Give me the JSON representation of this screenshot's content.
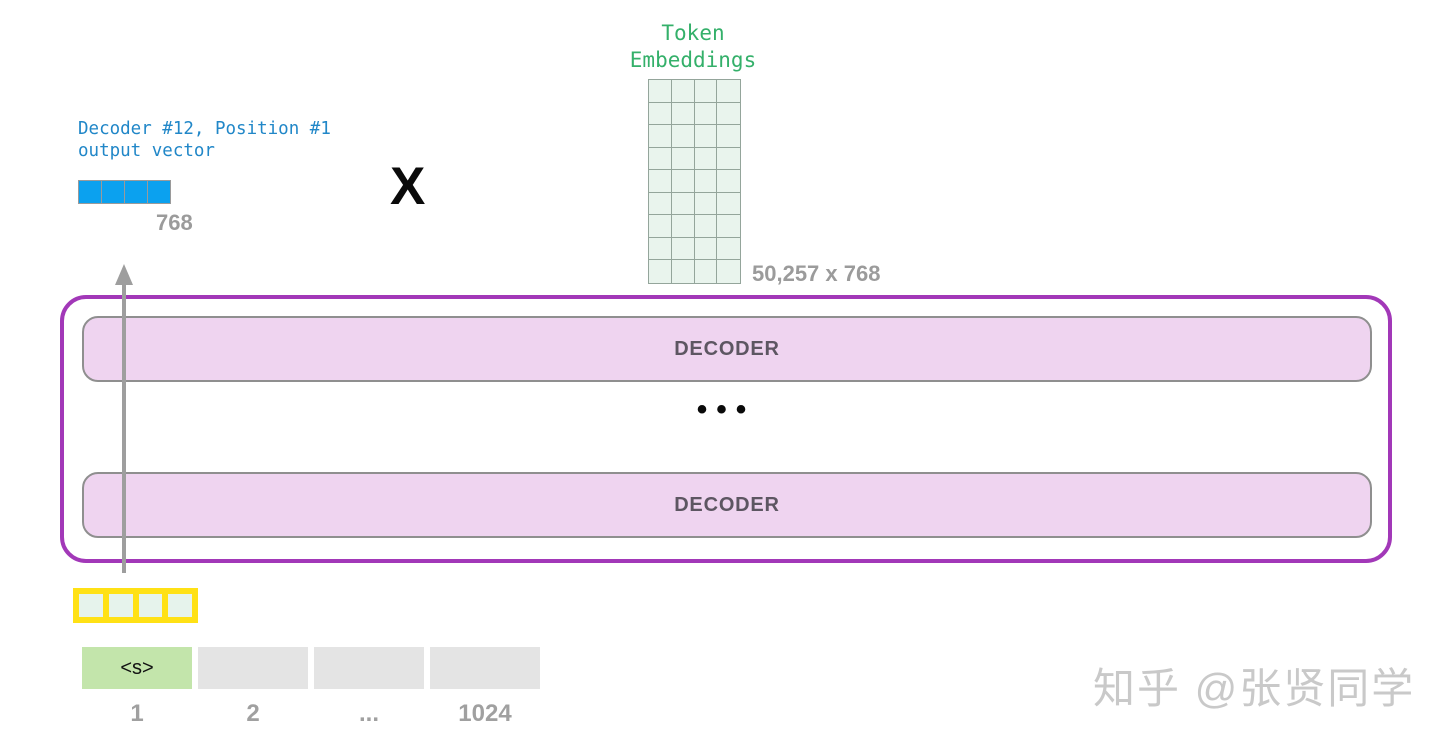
{
  "token_embeddings": {
    "title_line1": "Token",
    "title_line2": "Embeddings",
    "dims_label": "50,257 x 768",
    "rows": 9,
    "cols": 4,
    "cell_color": "#e9f4ed",
    "title_color": "#34b06a"
  },
  "output_vector": {
    "label_line1": "Decoder #12, Position #1",
    "label_line2": "output vector",
    "dim_label": "768",
    "cells": 4,
    "cell_color": "#0ba1ef",
    "label_color": "#2187c8"
  },
  "multiply_symbol": "X",
  "decoder_stack": {
    "border_color": "#a238b8",
    "bar_color": "#efd4f0",
    "layers": [
      {
        "label": "DECODER"
      },
      {
        "label": "DECODER"
      }
    ],
    "ellipsis": "•••"
  },
  "input_vector": {
    "cells": 4,
    "border_color": "#ffe115",
    "cell_color": "#e6f3ec"
  },
  "token_row": {
    "tokens": [
      "<s>",
      "",
      "",
      ""
    ],
    "start_token_color": "#c3e5ab",
    "positions": [
      "1",
      "2",
      "...",
      "1024"
    ]
  },
  "watermark": "知乎 @张贤同学"
}
